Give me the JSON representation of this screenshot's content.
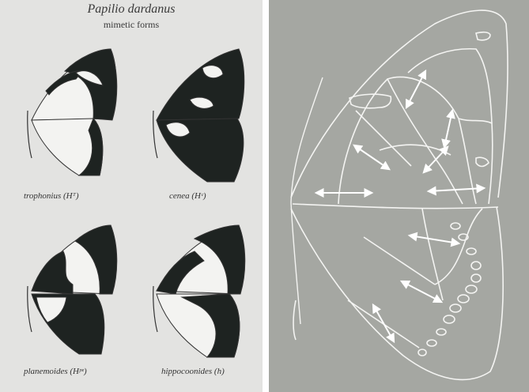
{
  "figure": {
    "title": "Papilio dardanus",
    "subtitle": "mimetic forms"
  },
  "forms": [
    {
      "caption": "trophonius (Hᵀ)"
    },
    {
      "caption": "cenea (Hᶜ)"
    },
    {
      "caption": "planemoides (Hᵖᵉ)"
    },
    {
      "caption": "hippocoonides (h)"
    }
  ],
  "colors": {
    "left_background": "#e3e3e1",
    "right_background": "#a5a7a2",
    "wing_pattern": "#1e2321",
    "vein_line": "#f4f4f2",
    "arrow": "#ffffff"
  }
}
